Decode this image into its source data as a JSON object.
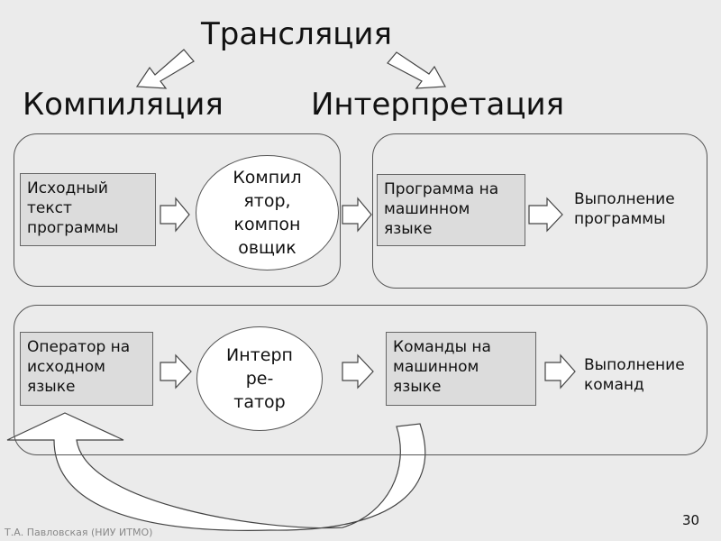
{
  "title": "Трансляция",
  "branches": {
    "compilation": "Компиляция",
    "interpretation": "Интерпретация"
  },
  "compilation": {
    "source": [
      "Исходный",
      "текст",
      "программы"
    ],
    "tool": [
      "Компил",
      "ятор,",
      "компон",
      "овщик"
    ]
  },
  "execution": {
    "program": [
      "Программа на",
      "машинном",
      "языке"
    ],
    "result": [
      "Выполнение",
      "программы"
    ]
  },
  "interpretation": {
    "operator": [
      "Оператор на",
      "исходном",
      "языке"
    ],
    "tool": [
      "Интерп",
      "ре-",
      "татор"
    ],
    "commands": [
      "Команды на",
      "машинном",
      "языке"
    ],
    "result": [
      "Выполнение",
      "команд"
    ]
  },
  "footer": {
    "author": "Т.А. Павловская (НИУ ИТМО)",
    "page": "30"
  }
}
